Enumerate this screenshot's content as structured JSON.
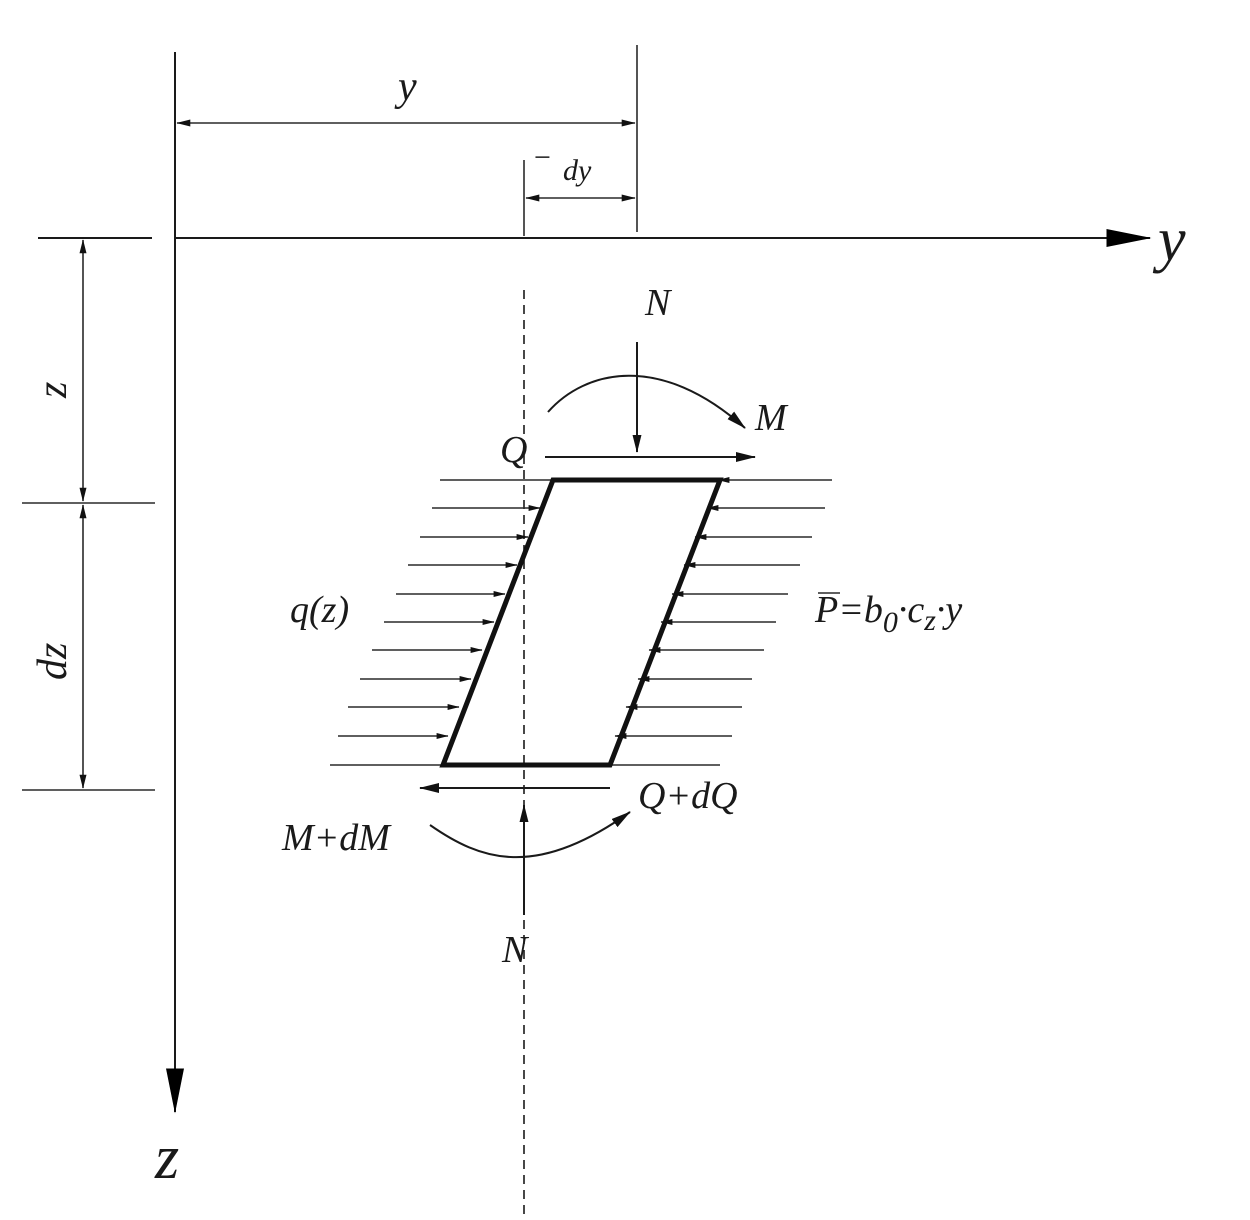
{
  "labels": {
    "y_axis": "y",
    "z_axis": "z",
    "dim_y": "y",
    "dim_dy": "dy",
    "dim_dy_prefix": "−",
    "dim_z": "z",
    "dim_dz": "dz",
    "n_top": "N",
    "n_bottom": "N",
    "m_top": "M",
    "m_bottom": "M+dM",
    "q_top": "Q",
    "q_bottom": "Q+dQ",
    "q_load": "q(z)",
    "p_load": "P=b",
    "p_sub": "0",
    "p_rest": "·c",
    "p_sub2": "z",
    "p_end": "·y"
  },
  "colors": {
    "line": "#1a1a1a",
    "background": "#ffffff"
  }
}
